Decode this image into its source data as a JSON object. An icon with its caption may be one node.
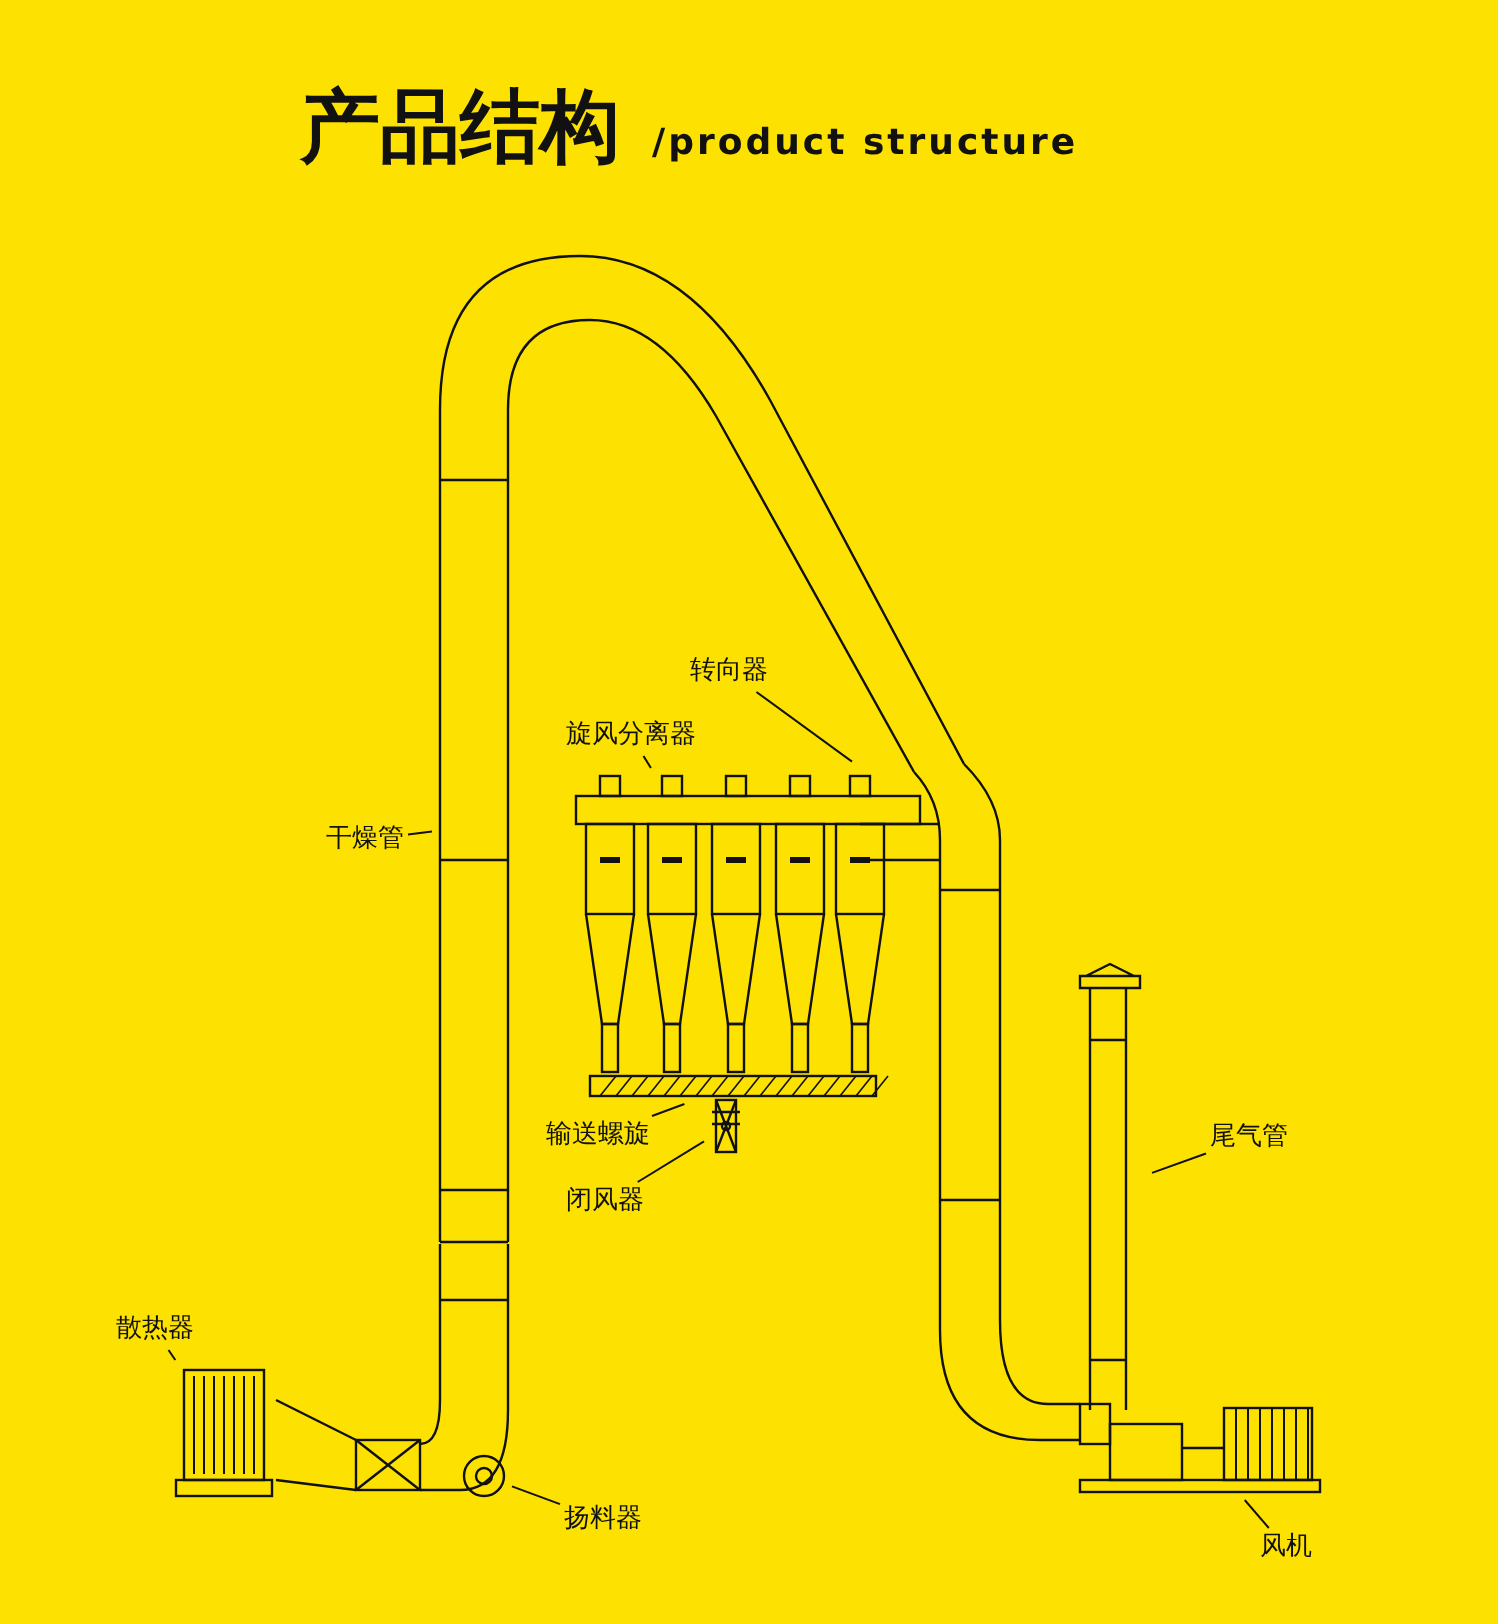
{
  "diagram": {
    "title": "产品结构",
    "nodes": [
      {
        "text": [
          "转向器"
        ]
      },
      {
        "text": [
          "旋风分离器"
        ]
      },
      {
        "text": [
          "干燥管"
        ]
      },
      {
        "text": [
          "输送螺旋"
        ]
      },
      {
        "text": [
          "闭风器"
        ]
      },
      {
        "text": [
          "尾气管"
        ]
      },
      {
        "text": [
          "散热器"
        ]
      },
      {
        "text": [
          "扬料器"
        ]
      },
      {
        "text": [
          "风机"
        ]
      },
      {
        "text": [],
        "shape": "picture"
      },
      {
        "text": [],
        "shape": "picture"
      },
      {
        "text": [],
        "shape": "picture"
      },
      {
        "text": [],
        "shape": "picture"
      },
      {
        "text": [],
        "shape": "picture"
      },
      {
        "text": [],
        "shape": "picture"
      },
      {
        "text": [],
        "shape": "picture"
      },
      {
        "text": [],
        "shape": "picture"
      },
      {
        "text": [],
        "shape": "picture"
      }
    ],
    "edges": [
      {
        "from": 0,
        "to": 10,
        "arrow": "none"
      },
      {
        "from": 1,
        "to": 11,
        "arrow": "none"
      },
      {
        "from": 2,
        "to": 9,
        "arrow": "none"
      },
      {
        "from": 3,
        "to": 12,
        "arrow": "none"
      },
      {
        "from": 4,
        "to": 13,
        "arrow": "none"
      },
      {
        "from": 5,
        "to": 14,
        "arrow": "none"
      },
      {
        "from": 6,
        "to": 15,
        "arrow": "none"
      },
      {
        "from": 7,
        "to": 16,
        "arrow": "none"
      },
      {
        "from": 8,
        "to": 17,
        "arrow": "none"
      }
    ],
    "labels": [
      "/product structure"
    ]
  }
}
